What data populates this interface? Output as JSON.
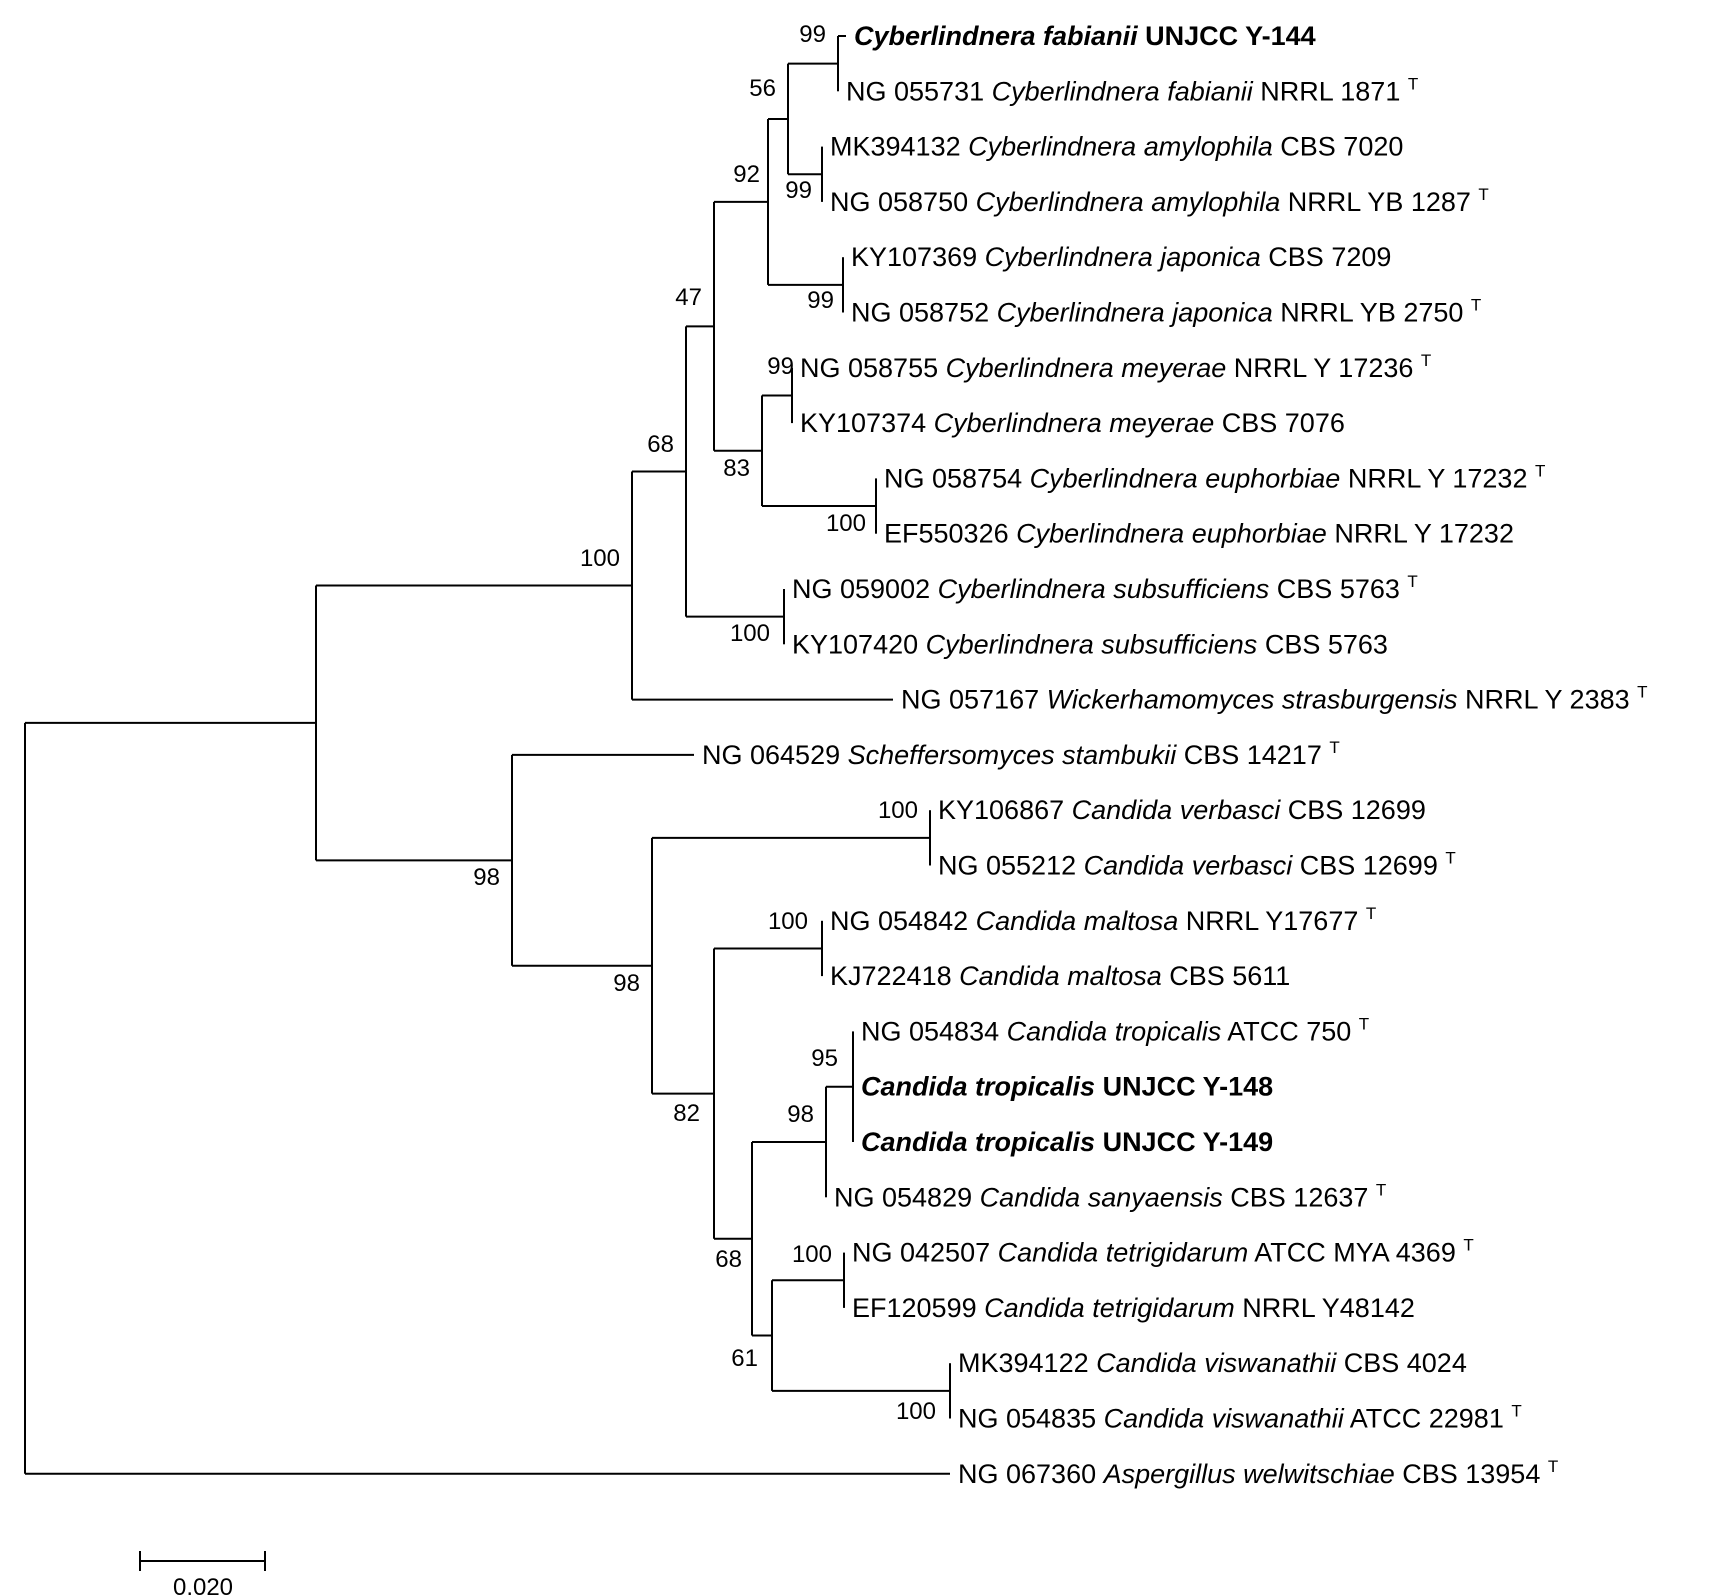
{
  "tree": {
    "taxa": [
      {
        "id": "t0",
        "parts": [
          {
            "t": "Cyberlindnera fabianii",
            "i": true,
            "b": true
          },
          {
            "t": " UNJCC Y-144",
            "b": true
          }
        ]
      },
      {
        "id": "t1",
        "parts": [
          {
            "t": "NG 055731 "
          },
          {
            "t": "Cyberlindnera fabianii",
            "i": true
          },
          {
            "t": " NRRL 1871 "
          },
          {
            "t": "T",
            "sup": true
          }
        ]
      },
      {
        "id": "t2",
        "parts": [
          {
            "t": "MK394132 "
          },
          {
            "t": "Cyberlindnera amylophila",
            "i": true
          },
          {
            "t": " CBS 7020"
          }
        ]
      },
      {
        "id": "t3",
        "parts": [
          {
            "t": "NG 058750 "
          },
          {
            "t": "Cyberlindnera amylophila",
            "i": true
          },
          {
            "t": " NRRL YB 1287 "
          },
          {
            "t": "T",
            "sup": true
          }
        ]
      },
      {
        "id": "t4",
        "parts": [
          {
            "t": "KY107369 "
          },
          {
            "t": "Cyberlindnera japonica",
            "i": true
          },
          {
            "t": " CBS 7209"
          }
        ]
      },
      {
        "id": "t5",
        "parts": [
          {
            "t": "NG 058752 "
          },
          {
            "t": "Cyberlindnera japonica",
            "i": true
          },
          {
            "t": " NRRL YB 2750 "
          },
          {
            "t": "T",
            "sup": true
          }
        ]
      },
      {
        "id": "t6",
        "parts": [
          {
            "t": "NG 058755 "
          },
          {
            "t": "Cyberlindnera meyerae",
            "i": true
          },
          {
            "t": " NRRL Y 17236 "
          },
          {
            "t": "T",
            "sup": true
          }
        ]
      },
      {
        "id": "t7",
        "parts": [
          {
            "t": "KY107374 "
          },
          {
            "t": "Cyberlindnera meyerae",
            "i": true
          },
          {
            "t": "  CBS 7076"
          }
        ]
      },
      {
        "id": "t8",
        "parts": [
          {
            "t": "NG 058754 "
          },
          {
            "t": "Cyberlindnera euphorbiae",
            "i": true
          },
          {
            "t": " NRRL Y 17232 "
          },
          {
            "t": "T",
            "sup": true
          }
        ]
      },
      {
        "id": "t9",
        "parts": [
          {
            "t": "EF550326 "
          },
          {
            "t": "Cyberlindnera euphorbiae",
            "i": true
          },
          {
            "t": " NRRL Y 17232"
          }
        ]
      },
      {
        "id": "t10",
        "parts": [
          {
            "t": "NG 059002 "
          },
          {
            "t": "Cyberlindnera subsufficiens",
            "i": true
          },
          {
            "t": " CBS 5763 "
          },
          {
            "t": "T",
            "sup": true
          }
        ]
      },
      {
        "id": "t11",
        "parts": [
          {
            "t": "KY107420 "
          },
          {
            "t": "Cyberlindnera subsufficiens",
            "i": true
          },
          {
            "t": " CBS 5763"
          }
        ]
      },
      {
        "id": "t12",
        "parts": [
          {
            "t": "NG 057167 "
          },
          {
            "t": "Wickerhamomyces strasburgensis",
            "i": true
          },
          {
            "t": " NRRL Y 2383 "
          },
          {
            "t": "T",
            "sup": true
          }
        ]
      },
      {
        "id": "t13",
        "parts": [
          {
            "t": "NG 064529 "
          },
          {
            "t": "Scheffersomyces stambukii",
            "i": true
          },
          {
            "t": " CBS 14217 "
          },
          {
            "t": "T",
            "sup": true
          }
        ]
      },
      {
        "id": "t14",
        "parts": [
          {
            "t": "KY106867 "
          },
          {
            "t": "Candida verbasci",
            "i": true
          },
          {
            "t": " CBS 12699"
          }
        ]
      },
      {
        "id": "t15",
        "parts": [
          {
            "t": "NG 055212 "
          },
          {
            "t": "Candida verbasci",
            "i": true
          },
          {
            "t": " CBS 12699 "
          },
          {
            "t": "T",
            "sup": true
          }
        ]
      },
      {
        "id": "t16",
        "parts": [
          {
            "t": "NG 054842 "
          },
          {
            "t": "Candida maltosa",
            "i": true
          },
          {
            "t": " NRRL Y17677 "
          },
          {
            "t": "T",
            "sup": true
          }
        ]
      },
      {
        "id": "t17",
        "parts": [
          {
            "t": "KJ722418 "
          },
          {
            "t": "Candida maltosa",
            "i": true
          },
          {
            "t": " CBS 5611"
          }
        ]
      },
      {
        "id": "t18",
        "parts": [
          {
            "t": "NG 054834 "
          },
          {
            "t": "Candida tropicalis",
            "i": true
          },
          {
            "t": " ATCC 750 "
          },
          {
            "t": "T",
            "sup": true
          }
        ]
      },
      {
        "id": "t19",
        "parts": [
          {
            "t": "Candida tropicalis",
            "i": true,
            "b": true
          },
          {
            "t": " UNJCC Y-148",
            "b": true
          }
        ]
      },
      {
        "id": "t20",
        "parts": [
          {
            "t": "Candida tropicalis",
            "i": true,
            "b": true
          },
          {
            "t": " UNJCC Y-149",
            "b": true
          }
        ]
      },
      {
        "id": "t21",
        "parts": [
          {
            "t": "NG 054829 "
          },
          {
            "t": "Candida sanyaensis",
            "i": true
          },
          {
            "t": " CBS 12637 "
          },
          {
            "t": "T",
            "sup": true
          }
        ]
      },
      {
        "id": "t22",
        "parts": [
          {
            "t": "NG 042507 "
          },
          {
            "t": "Candida tetrigidarum",
            "i": true
          },
          {
            "t": " ATCC MYA 4369 "
          },
          {
            "t": "T",
            "sup": true
          }
        ]
      },
      {
        "id": "t23",
        "parts": [
          {
            "t": "EF120599 "
          },
          {
            "t": "Candida tetrigidarum",
            "i": true
          },
          {
            "t": " NRRL Y48142"
          }
        ]
      },
      {
        "id": "t24",
        "parts": [
          {
            "t": "MK394122 "
          },
          {
            "t": "Candida viswanathii",
            "i": true
          },
          {
            "t": " CBS 4024"
          }
        ]
      },
      {
        "id": "t25",
        "parts": [
          {
            "t": "NG 054835 "
          },
          {
            "t": "Candida viswanathii",
            "i": true
          },
          {
            "t": " ATCC 22981 "
          },
          {
            "t": "T",
            "sup": true
          }
        ]
      },
      {
        "id": "t26",
        "parts": [
          {
            "t": "NG 067360 "
          },
          {
            "t": "Aspergillus welwitschiae",
            "i": true
          },
          {
            "t": " CBS 13954 "
          },
          {
            "t": "T",
            "sup": true
          }
        ]
      }
    ],
    "bootstrap": [
      {
        "node": "n_fab",
        "value": "99"
      },
      {
        "node": "n_fab_amy",
        "value": "56"
      },
      {
        "node": "n_amy",
        "value": "99"
      },
      {
        "node": "n_fab_amy_jap",
        "value": "92"
      },
      {
        "node": "n_jap",
        "value": "99"
      },
      {
        "node": "n_47",
        "value": "47"
      },
      {
        "node": "n_mey",
        "value": "99"
      },
      {
        "node": "n_mey_eup",
        "value": "83"
      },
      {
        "node": "n_eup",
        "value": "100"
      },
      {
        "node": "n_cyber",
        "value": "68"
      },
      {
        "node": "n_sub",
        "value": "100"
      },
      {
        "node": "n_wick_cyber",
        "value": "100"
      },
      {
        "node": "n_verb",
        "value": "100"
      },
      {
        "node": "n_malt",
        "value": "100"
      },
      {
        "node": "n_trop_in",
        "value": "95"
      },
      {
        "node": "n_trop",
        "value": "98"
      },
      {
        "node": "n_tet",
        "value": "100"
      },
      {
        "node": "n_visw",
        "value": "100"
      },
      {
        "node": "n_tet_visw",
        "value": "61"
      },
      {
        "node": "n_trop_tet",
        "value": "68"
      },
      {
        "node": "n_malt_trop",
        "value": "82"
      },
      {
        "node": "n_verb_rest",
        "value": "98"
      },
      {
        "node": "n_scheff",
        "value": "98"
      }
    ],
    "scale_bar": {
      "label": "0.020",
      "length": 0.02
    }
  }
}
